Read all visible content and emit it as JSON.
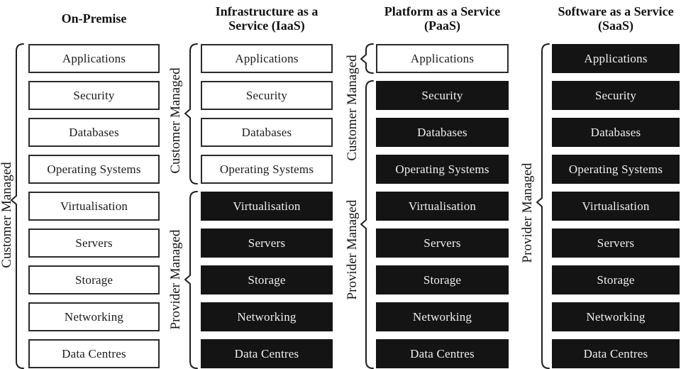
{
  "figure": {
    "description": "Comparison of managed layers across cloud service models",
    "colors": {
      "customer_managed_fill": "#ffffff",
      "provider_managed_fill": "#141414",
      "border": "#2b2b2b",
      "customer_text": "#1b1b1b",
      "provider_text": "#f0f0f0"
    }
  },
  "layers": [
    "Applications",
    "Security",
    "Databases",
    "Operating Systems",
    "Virtualisation",
    "Servers",
    "Storage",
    "Networking",
    "Data Centres"
  ],
  "columns": [
    {
      "header": "On-Premise",
      "rows": [
        {
          "label": "Applications",
          "managed": "customer"
        },
        {
          "label": "Security",
          "managed": "customer"
        },
        {
          "label": "Databases",
          "managed": "customer"
        },
        {
          "label": "Operating Systems",
          "managed": "customer"
        },
        {
          "label": "Virtualisation",
          "managed": "customer"
        },
        {
          "label": "Servers",
          "managed": "customer"
        },
        {
          "label": "Storage",
          "managed": "customer"
        },
        {
          "label": "Networking",
          "managed": "customer"
        },
        {
          "label": "Data Centres",
          "managed": "customer"
        }
      ],
      "brackets": [
        {
          "label": "Customer Managed",
          "from_row": 0,
          "to_row": 8
        }
      ]
    },
    {
      "header": "Infrastructure as a Service (IaaS)",
      "rows": [
        {
          "label": "Applications",
          "managed": "customer"
        },
        {
          "label": "Security",
          "managed": "customer"
        },
        {
          "label": "Databases",
          "managed": "customer"
        },
        {
          "label": "Operating Systems",
          "managed": "customer"
        },
        {
          "label": "Virtualisation",
          "managed": "provider"
        },
        {
          "label": "Servers",
          "managed": "provider"
        },
        {
          "label": "Storage",
          "managed": "provider"
        },
        {
          "label": "Networking",
          "managed": "provider"
        },
        {
          "label": "Data Centres",
          "managed": "provider"
        }
      ],
      "brackets": [
        {
          "label": "Customer Managed",
          "from_row": 0,
          "to_row": 3
        },
        {
          "label": "Provider Managed",
          "from_row": 4,
          "to_row": 8
        }
      ]
    },
    {
      "header": "Platform as a Service (PaaS)",
      "rows": [
        {
          "label": "Applications",
          "managed": "customer"
        },
        {
          "label": "Security",
          "managed": "provider"
        },
        {
          "label": "Databases",
          "managed": "provider"
        },
        {
          "label": "Operating Systems",
          "managed": "provider"
        },
        {
          "label": "Virtualisation",
          "managed": "provider"
        },
        {
          "label": "Servers",
          "managed": "provider"
        },
        {
          "label": "Storage",
          "managed": "provider"
        },
        {
          "label": "Networking",
          "managed": "provider"
        },
        {
          "label": "Data Centres",
          "managed": "provider"
        }
      ],
      "brackets": [
        {
          "label": "Customer Managed",
          "from_row": 0,
          "to_row": 0
        },
        {
          "label": "Provider Managed",
          "from_row": 1,
          "to_row": 8
        }
      ]
    },
    {
      "header": "Software as a Service (SaaS)",
      "rows": [
        {
          "label": "Applications",
          "managed": "provider"
        },
        {
          "label": "Security",
          "managed": "provider"
        },
        {
          "label": "Databases",
          "managed": "provider"
        },
        {
          "label": "Operating Systems",
          "managed": "provider"
        },
        {
          "label": "Virtualisation",
          "managed": "provider"
        },
        {
          "label": "Servers",
          "managed": "provider"
        },
        {
          "label": "Storage",
          "managed": "provider"
        },
        {
          "label": "Networking",
          "managed": "provider"
        },
        {
          "label": "Data Centres",
          "managed": "provider"
        }
      ],
      "brackets": [
        {
          "label": "Provider Managed",
          "from_row": 0,
          "to_row": 8
        }
      ]
    }
  ]
}
